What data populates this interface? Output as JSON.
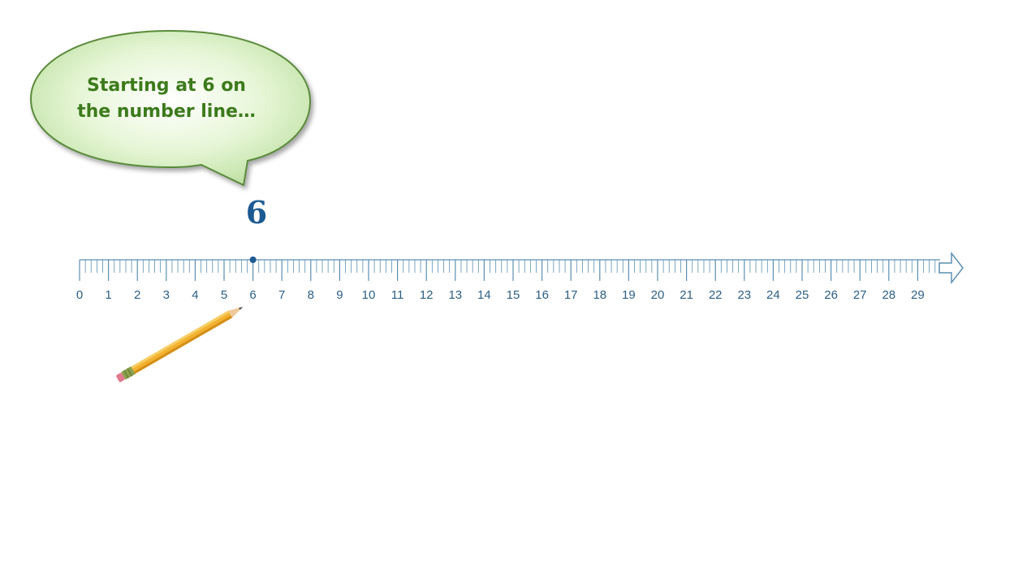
{
  "speech_bubble": {
    "line1": "Starting at 6 on",
    "line2": "the number line…"
  },
  "marker": {
    "label": "6",
    "value": 6
  },
  "number_line": {
    "min": 0,
    "max": 29,
    "minor_ticks_per_unit": 5,
    "tick_labels": [
      "0",
      "1",
      "2",
      "3",
      "4",
      "5",
      "6",
      "7",
      "8",
      "9",
      "10",
      "11",
      "12",
      "13",
      "14",
      "15",
      "16",
      "17",
      "18",
      "19",
      "20",
      "21",
      "22",
      "23",
      "24",
      "25",
      "26",
      "27",
      "28",
      "29"
    ]
  },
  "colors": {
    "bubble_fill": "#d8f0c0",
    "bubble_stroke": "#5a8a3a",
    "bubble_text": "#3d7a1c",
    "marker": "#1c5a92",
    "line": "#5c8fb0",
    "label": "#2d5f86"
  },
  "icons": {
    "pencil": "pencil-icon"
  }
}
